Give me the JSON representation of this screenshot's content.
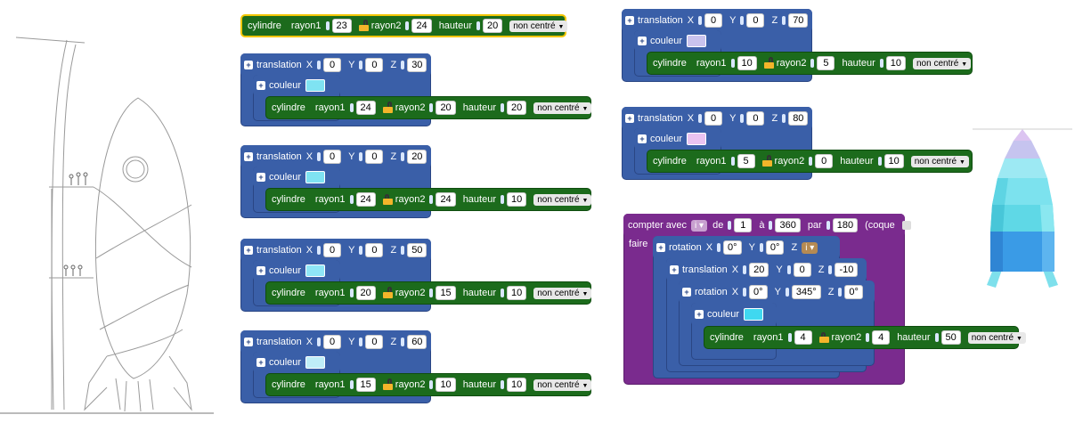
{
  "labels": {
    "cylindre": "cylindre",
    "rayon1": "rayon1",
    "rayon2": "rayon2",
    "hauteur": "hauteur",
    "translation": "translation",
    "rotation": "rotation",
    "couleur": "couleur",
    "x": "X",
    "y": "Y",
    "z": "Z",
    "non_centre": "non centré",
    "compter_avec": "compter avec",
    "de": "de",
    "a": "à",
    "par": "par",
    "coque": "(coque",
    "coque_close": ")",
    "faire": "faire",
    "loop_var": "i"
  },
  "top_cylinder": {
    "r1": "23",
    "r2": "24",
    "h": "20"
  },
  "left_groups": [
    {
      "x": "0",
      "y": "0",
      "z": "30",
      "r1": "24",
      "r2": "20",
      "h": "20",
      "color": "#7fe3f2",
      "lock": "open"
    },
    {
      "x": "0",
      "y": "0",
      "z": "20",
      "r1": "24",
      "r2": "24",
      "h": "10",
      "color": "#7fe3f2",
      "lock": "closed"
    },
    {
      "x": "0",
      "y": "0",
      "z": "50",
      "r1": "20",
      "r2": "15",
      "h": "10",
      "color": "#8fe6f6",
      "lock": "open"
    },
    {
      "x": "0",
      "y": "0",
      "z": "60",
      "r1": "15",
      "r2": "10",
      "h": "10",
      "color": "#bfeef8",
      "lock": "open"
    }
  ],
  "right_groups": [
    {
      "x": "0",
      "y": "0",
      "z": "70",
      "r1": "10",
      "r2": "5",
      "h": "10",
      "color": "#c9c3ee",
      "lock": "open"
    },
    {
      "x": "0",
      "y": "0",
      "z": "80",
      "r1": "5",
      "r2": "0",
      "h": "10",
      "color": "#eac3f1",
      "lock": "open"
    }
  ],
  "loop": {
    "from": "1",
    "to": "360",
    "step": "180",
    "rotation1": {
      "x": "0°",
      "y": "0°"
    },
    "translation": {
      "x": "20",
      "y": "0",
      "z": "-10"
    },
    "rotation2": {
      "x": "0°",
      "y": "345°",
      "z": "0°"
    },
    "color": "#3fd8f0",
    "cyl": {
      "r1": "4",
      "r2": "4",
      "h": "50"
    }
  },
  "colors": {
    "block_blue": "#3a5fa8",
    "block_green": "#1c6b1c",
    "block_purple": "#7a2b8e",
    "selection": "#f2c500"
  }
}
